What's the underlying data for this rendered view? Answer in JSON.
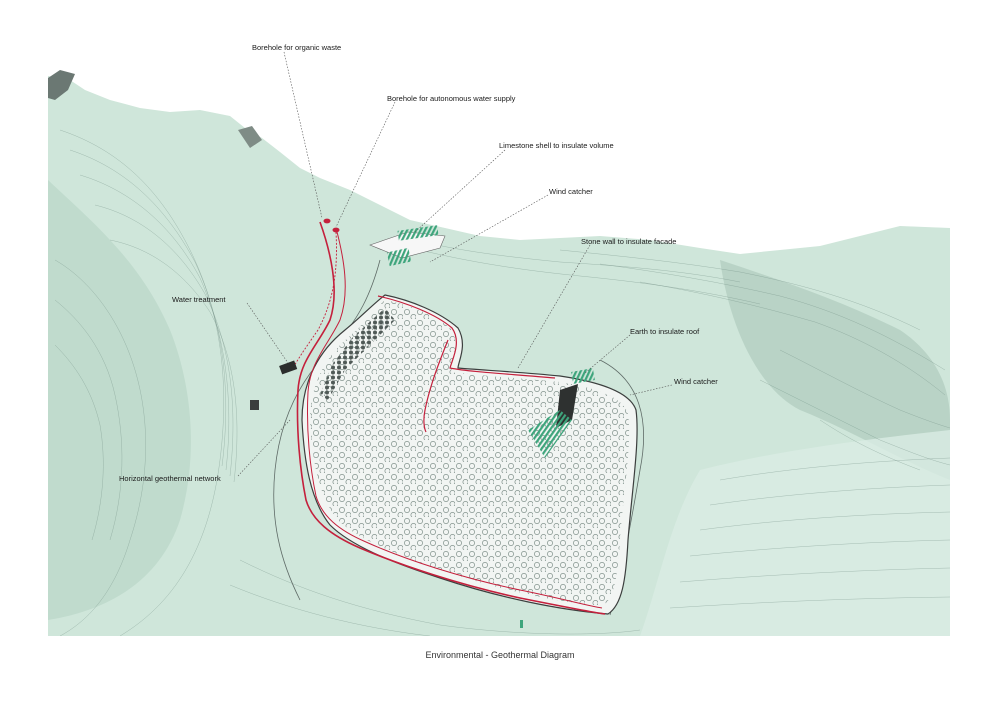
{
  "caption": "Environmental - Geothermal Diagram",
  "labels": {
    "borehole_waste": "Borehole for organic waste",
    "borehole_water": "Borehole for autonomous water supply",
    "limestone": "Limestone shell to insulate volume",
    "wind_catcher_1": "Wind catcher",
    "stone_wall": "Stone wall to insulate facade",
    "water_treatment": "Water treatment",
    "earth_roof": "Earth to insulate roof",
    "wind_catcher_2": "Wind catcher",
    "geothermal": "Horizontal geothermal network"
  },
  "colors": {
    "terrain": "#c9e2d6",
    "terrain_dark": "#a9c9bb",
    "pit": "#f1f4f2",
    "pipe": "#c4203c",
    "wind_catcher": "#3ea57c",
    "trees": "#8a9a94"
  }
}
